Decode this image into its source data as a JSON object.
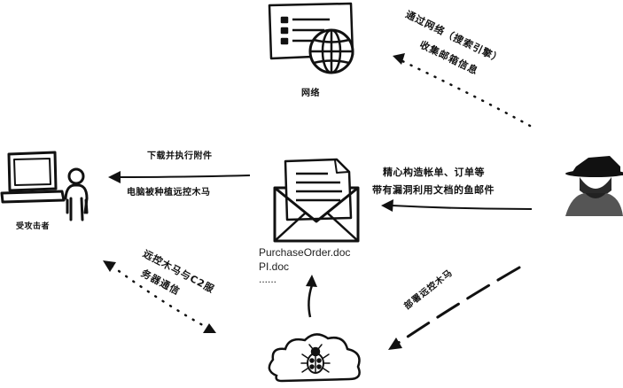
{
  "nodes": {
    "network_label": "网络",
    "victim_label": "受攻击者"
  },
  "edges": {
    "recon_line1": "通过网络（搜索引擎）",
    "recon_line2": "收集邮箱信息",
    "download_line1": "下载并执行附件",
    "download_line2": "电脑被种植远控木马",
    "phish_line1": "精心构造帐单、订单等",
    "phish_line2": "带有漏洞利用文档的鱼邮件",
    "deploy_label": "部署远控木马",
    "c2_line1": "远控木马与C2服",
    "c2_line2": "务器通信"
  },
  "attachments": {
    "file1": "PurchaseOrder.doc",
    "file2": "PI.doc",
    "more": "......"
  }
}
